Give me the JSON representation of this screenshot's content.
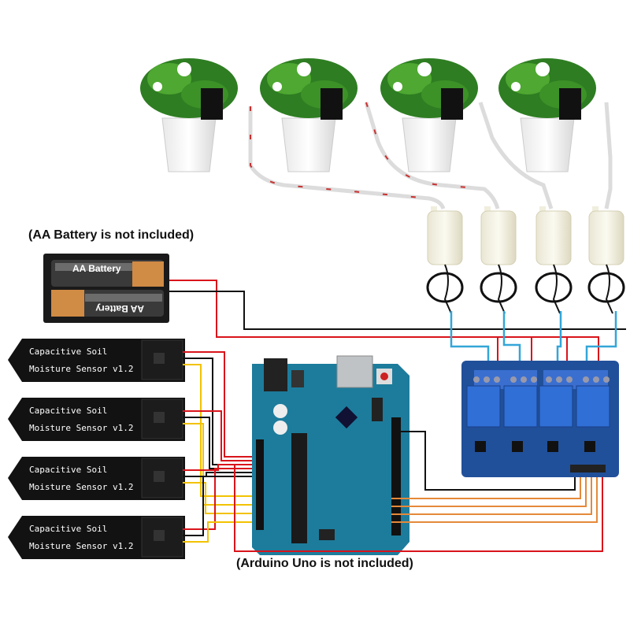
{
  "notes": {
    "battery": "(AA Battery is not included)",
    "arduino": "(Arduino Uno is not included)"
  },
  "battery_holder": {
    "cell_labels": [
      "AA Battery",
      "AA Battery"
    ]
  },
  "sensors": [
    {
      "line1": "Capacitive Soil",
      "line2": "Moisture Sensor v1.2"
    },
    {
      "line1": "Capacitive Soil",
      "line2": "Moisture Sensor v1.2"
    },
    {
      "line1": "Capacitive Soil",
      "line2": "Moisture Sensor v1.2"
    },
    {
      "line1": "Capacitive Soil",
      "line2": "Moisture Sensor v1.2"
    }
  ],
  "colors": {
    "arduino_board": "#1d7c9c",
    "relay_board": "#21509a",
    "relay_terminal": "#3a6fd0",
    "wire_red": "#d9141b",
    "wire_black": "#111111",
    "wire_yellow": "#f2c200",
    "wire_orange": "#e5893a",
    "wire_blue": "#33a6d8"
  }
}
